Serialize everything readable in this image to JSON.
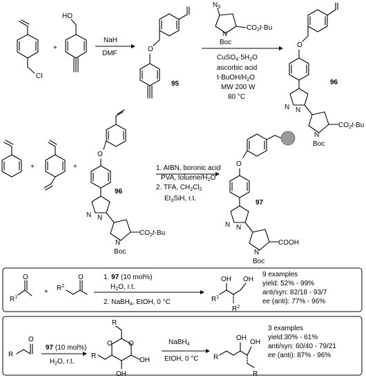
{
  "row1": {
    "r1_reagents": [
      "NaH",
      "DMF"
    ],
    "compound_95": "95",
    "azide_labels": {
      "n3": "N",
      "n3_sub": "3",
      "ester": "CO",
      "ester_sub": "2",
      "ester_tail": "t",
      "ester_tail2": "-Bu",
      "boc": "Boc"
    },
    "r2_conditions": [
      "CuSO",
      "4",
      "·5H",
      "2",
      "O",
      "ascorbic acid",
      "t-BuOH/H",
      "2",
      "O",
      "MW 200 W",
      "80 °C"
    ],
    "compound_96": "96",
    "oh_label": "HO",
    "cl_label": "Cl"
  },
  "row2": {
    "plus1": "+",
    "plus2": "+",
    "conditions": [
      "1. AIBN, boronic acid",
      "PVA, toluene/H",
      "2. TFA, CH",
      "Et",
      "SiH, r.t."
    ],
    "compound_96": "96",
    "compound_97": "97",
    "triazole_n": "N",
    "triazole_n2": "N",
    "triazole_n3": "N",
    "ester_label": "CO",
    "boc_label": "Boc",
    "cooh_label": "COOH",
    "nh_label": "N",
    "boc2": "Boc"
  },
  "box1": {
    "r1": "R",
    "r2": "R",
    "plus": "+",
    "step1_num": "1. ",
    "step1_cat": "97",
    "step1_rest": " (10 mol%)",
    "step1b": "H",
    "step1b_rest": "O, r.t.",
    "step2": "2. NaBH",
    "step2_rest": ", EtOH, 0 °C",
    "oh1": "OH",
    "oh2": "OH",
    "results": [
      "9 examples",
      "yield: 52% - 99%",
      "anti/syn: 82/18 - 93/7",
      "ee (anti): 77% - 96%"
    ]
  },
  "box2": {
    "r": "R",
    "cat": "97",
    "cat_rest": " (10 mol%)",
    "solvent": "H",
    "solvent_rest": "O, r.t.",
    "reagent": "NaBH",
    "reagent_sub": "4",
    "reagent2": "EtOH, 0 °C",
    "oh": "OH",
    "results": [
      "3 examples",
      "yield:30% - 61%",
      "anti/syn: 60/40 - 79/21",
      "ee (anti): 87% - 96%"
    ]
  }
}
